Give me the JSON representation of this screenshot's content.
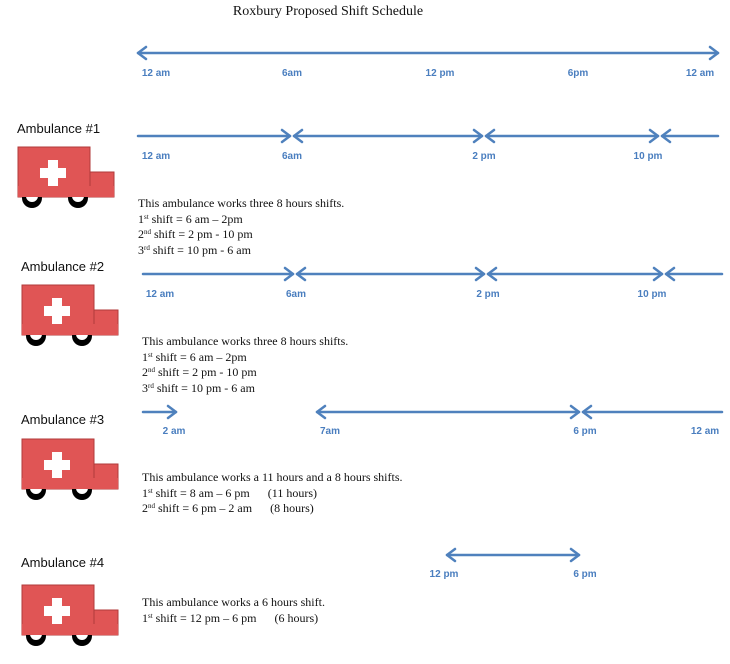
{
  "page": {
    "title": "Roxbury Proposed Shift Schedule"
  },
  "colors": {
    "arrow": "#4f81bd",
    "tick_text": "#4a7ebf",
    "ambulance_body": "#e05555",
    "ambulance_edge": "#b03a3a",
    "cross": "#ffffff",
    "wheel": "#000000"
  },
  "timeline": {
    "ticks": [
      "12 am",
      "6am",
      "12 pm",
      "6pm",
      "12 am"
    ]
  },
  "ambulances": [
    {
      "label": "Ambulance #1",
      "ticks": [
        "12 am",
        "6am",
        "2 pm",
        "10 pm"
      ],
      "description": "This ambulance works three 8 hours shifts.",
      "shifts": [
        {
          "ord": "1",
          "suffix": "st",
          "text": " shift = 6 am – 2pm",
          "note": ""
        },
        {
          "ord": "2",
          "suffix": "nd",
          "text": " shift = 2 pm - 10 pm",
          "note": ""
        },
        {
          "ord": "3",
          "suffix": "rd",
          "text": " shift = 10 pm - 6 am",
          "note": ""
        }
      ]
    },
    {
      "label": "Ambulance #2",
      "ticks": [
        "12 am",
        "6am",
        "2 pm",
        "10 pm"
      ],
      "description": "This ambulance works three 8 hours shifts.",
      "shifts": [
        {
          "ord": "1",
          "suffix": "st",
          "text": " shift = 6 am – 2pm",
          "note": ""
        },
        {
          "ord": "2",
          "suffix": "nd",
          "text": " shift = 2 pm - 10 pm",
          "note": ""
        },
        {
          "ord": "3",
          "suffix": "rd",
          "text": " shift = 10 pm - 6 am",
          "note": ""
        }
      ]
    },
    {
      "label": "Ambulance #3",
      "ticks": [
        "2 am",
        "7am",
        "6 pm",
        "12 am"
      ],
      "description": "This ambulance works a 11 hours and a 8 hours shifts.",
      "shifts": [
        {
          "ord": "1",
          "suffix": "st",
          "text": " shift = 8 am – 6 pm",
          "note": "(11 hours)"
        },
        {
          "ord": "2",
          "suffix": "nd",
          "text": " shift = 6 pm – 2 am",
          "note": "(8 hours)"
        }
      ]
    },
    {
      "label": "Ambulance #4",
      "ticks": [
        "12 pm",
        "6 pm"
      ],
      "description": "This ambulance works a 6 hours shift.",
      "shifts": [
        {
          "ord": "1",
          "suffix": "st",
          "text": " shift = 12 pm – 6 pm",
          "note": "(6 hours)"
        }
      ]
    }
  ]
}
